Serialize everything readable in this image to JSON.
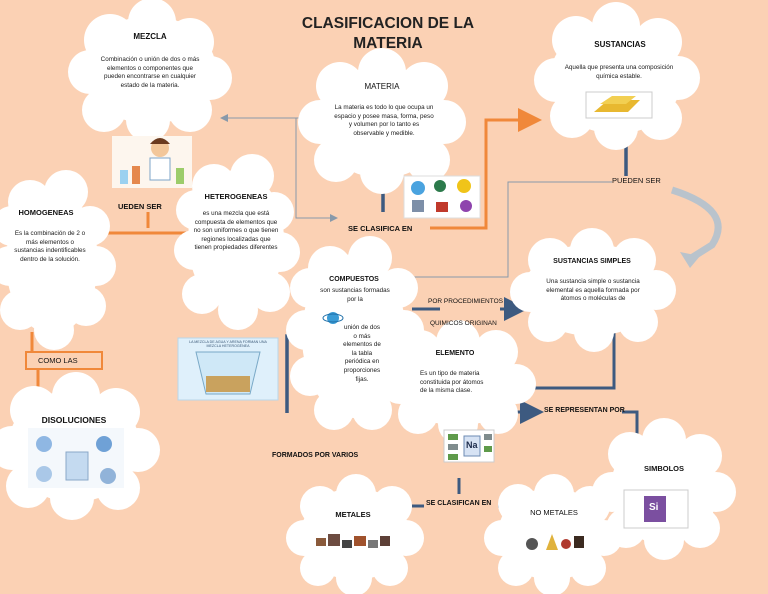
{
  "title_line1": "CLASIFICACION DE LA",
  "title_line2": "MATERIA",
  "materia": {
    "title": "MATERIA",
    "text": "La materia es todo lo que ocupa un espacio y posee masa, forma, peso y volumen por lo tanto es observable y medible."
  },
  "mezcla": {
    "title": "MEZCLA",
    "text": "Combinación o unión de dos o más elementos o componentes que pueden encontrarse en cualquier estado de la materia."
  },
  "sustancias": {
    "title": "SUSTANCIAS",
    "text": "Aquella que presenta una composición química estable."
  },
  "heterogeneas": {
    "title": "HETEROGENEAS",
    "text": "es una mezcla que está compuesta de elementos que no son uniformes o que tienen regiones localizadas que tienen propiedades diferentes"
  },
  "homogeneas": {
    "title": "HOMOGENEAS",
    "text": "Es la combinación de 2 o más elementos o sustancias indentificables dentro de la solución."
  },
  "sustancias_simples": {
    "title": "SUSTANCIAS SIMPLES",
    "text": "Una sustancia simple o sustancia elemental es aquella formada por átomos o moléculas de"
  },
  "compuestos": {
    "title": "COMPUESTOS",
    "text_top": "son sustancias formadas por la",
    "text_bottom": "unión de dos o más elementos de la tabla periódica en proporciones fijas."
  },
  "elemento": {
    "title": "ELEMENTO",
    "text": "Es un tipo de materia constituida por átomos de la misma clase."
  },
  "disoluciones": {
    "title": "DISOLUCIONES"
  },
  "simbolos": {
    "title": "SIMBOLOS",
    "symbol": "Si"
  },
  "metales": {
    "title": "METALES"
  },
  "no_metales": {
    "title": "NO METALES"
  },
  "links": {
    "puede_ser_left": "UEDEN SER",
    "puede_ser_right": "PUEDEN SER",
    "se_clasifica_en": "SE CLASIFICA EN",
    "como_las": "COMO LAS",
    "por_procedimientos": "POR PROCEDIMIENTOS",
    "quimicos_originan": "QUIMICOS ORIGINAN",
    "se_representan_por": "SE REPRESENTAN POR",
    "formados_por_varios": "FORMADOS POR VARIOS",
    "se_clasifican_en": "SE CLASIFICAN EN"
  },
  "glass_caption": "LA MEZCLA DE AGUA Y ARENA FORMAN UNA MEZCLA HETEROGÉNEA",
  "colors": {
    "background": "#fbd1b4",
    "cloud": "#ffffff",
    "connector_blue": "#3d5a80",
    "connector_orange": "#f0883a",
    "connector_grey": "#8899aa"
  }
}
